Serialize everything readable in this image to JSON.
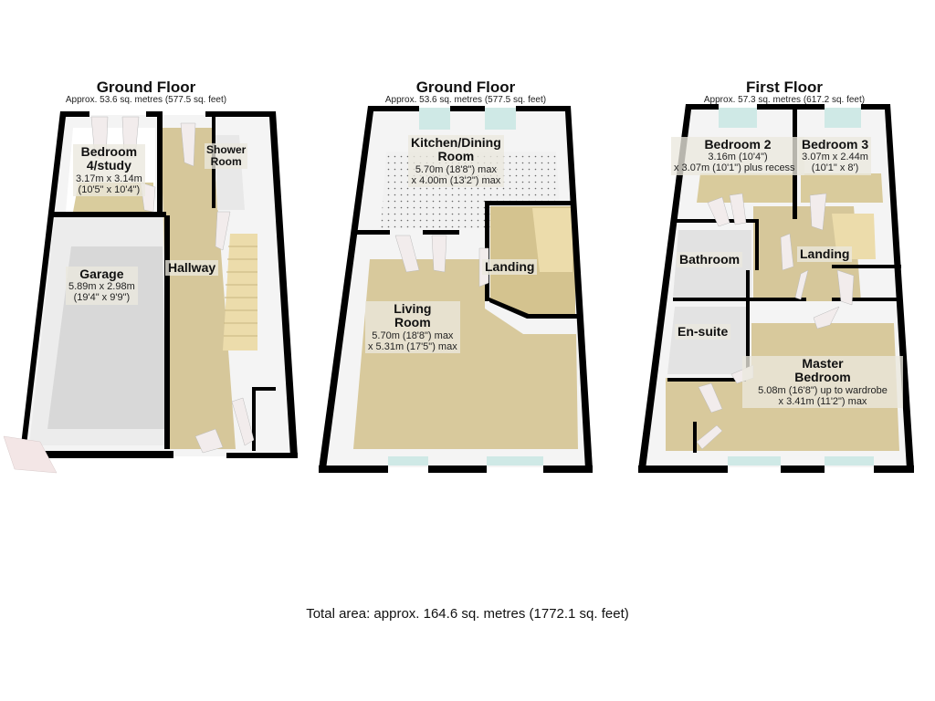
{
  "plans": [
    {
      "title": "Ground Floor",
      "area": "Approx. 53.6 sq. metres (577.5 sq. feet)",
      "rooms": [
        {
          "name": "Bedroom 4/study",
          "name_line1": "Bedroom",
          "name_line2": "4/study",
          "dim1": "3.17m x 3.14m",
          "dim2": "(10'5\" x 10'4\")"
        },
        {
          "name": "Shower Room",
          "name_line1": "Shower",
          "name_line2": "Room"
        },
        {
          "name": "Garage",
          "dim1": "5.89m x 2.98m",
          "dim2": "(19'4\" x 9'9\")"
        },
        {
          "name": "Hallway"
        }
      ]
    },
    {
      "title": "Ground Floor",
      "area": "Approx. 53.6 sq. metres (577.5 sq. feet)",
      "rooms": [
        {
          "name": "Kitchen/Dining Room",
          "name_line1": "Kitchen/Dining",
          "name_line2": "Room",
          "dim1": "5.70m (18'8\") max",
          "dim2": "x 4.00m (13'2\") max"
        },
        {
          "name": "Landing"
        },
        {
          "name": "Living Room",
          "name_line1": "Living",
          "name_line2": "Room",
          "dim1": "5.70m (18'8\") max",
          "dim2": "x 5.31m (17'5\") max"
        }
      ]
    },
    {
      "title": "First Floor",
      "area": "Approx. 57.3 sq. metres (617.2 sq. feet)",
      "rooms": [
        {
          "name": "Bedroom 2",
          "dim1": "3.16m (10'4\")",
          "dim2": "x 3.07m (10'1\") plus recess"
        },
        {
          "name": "Bedroom 3",
          "dim1": "3.07m x 2.44m",
          "dim2": "(10'1\" x 8')"
        },
        {
          "name": "Bathroom"
        },
        {
          "name": "Landing"
        },
        {
          "name": "En-suite"
        },
        {
          "name": "Master Bedroom",
          "name_line1": "Master",
          "name_line2": "Bedroom",
          "dim1": "5.08m (16'8\") up to wardrobe",
          "dim2": "x 3.41m (11'2\") max"
        }
      ]
    }
  ],
  "total_area": "Total area: approx. 164.6 sq. metres (1772.1 sq. feet)",
  "colors": {
    "wall": "#000000",
    "carpet": "#d8c9a0",
    "tile": "#e6e6e6",
    "garage_floor": "#dcdcdc",
    "window_glass": "#cfe9e6",
    "stairs": "#eadcae"
  }
}
